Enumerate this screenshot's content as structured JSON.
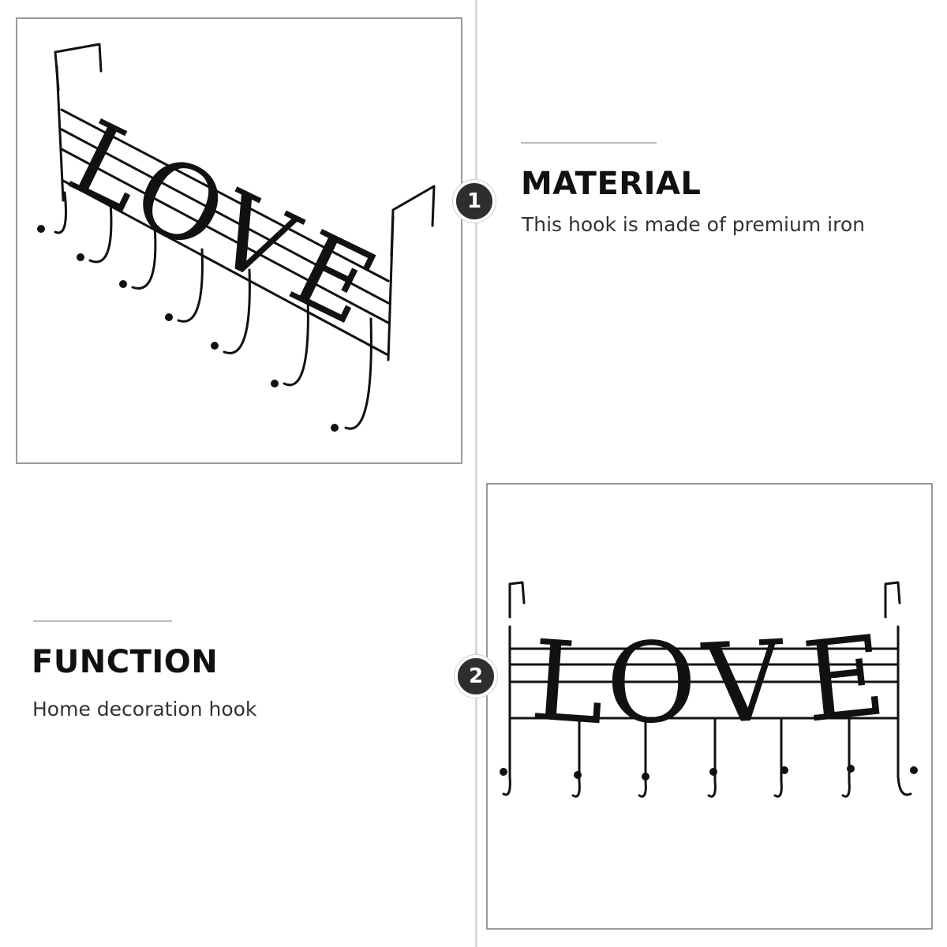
{
  "sections": [
    {
      "number": "1",
      "heading": "MATERIAL",
      "description": "This hook is made of premium iron"
    },
    {
      "number": "2",
      "heading": "FUNCTION",
      "description": "Home decoration hook"
    }
  ],
  "product": {
    "lettering": "LOVE",
    "letters": [
      "L",
      "O",
      "V",
      "E"
    ],
    "hook_count": 7
  },
  "colors": {
    "metal": "#111111",
    "badge": "#2e2e2e",
    "frame_border": "#9a9a9a",
    "divider": "#d9d9d9"
  }
}
